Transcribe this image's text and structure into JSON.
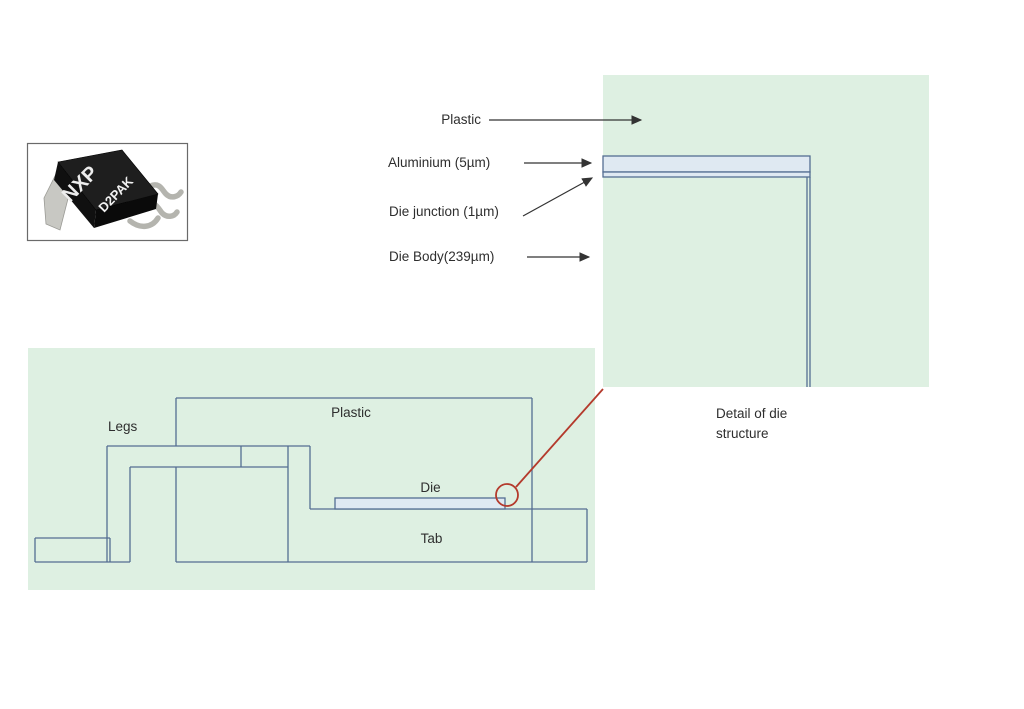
{
  "colors": {
    "panel_green": "#def0e2",
    "diagram_line_blue": "#546e92",
    "layer_fill_blue": "#dfe9f2",
    "highlight_red": "#b43a2c",
    "annotation_black": "#333333"
  },
  "package_photo": {
    "brand": "NXP",
    "package_type": "D2PAK"
  },
  "die_detail": {
    "labels": {
      "plastic": "Plastic",
      "aluminium": "Aluminium (5µm)",
      "die_junction": "Die junction (1µm)",
      "die_body": "Die Body(239µm)"
    },
    "caption": "Detail of die structure"
  },
  "cross_section": {
    "labels": {
      "legs": "Legs",
      "plastic": "Plastic",
      "die": "Die",
      "tab": "Tab"
    }
  }
}
